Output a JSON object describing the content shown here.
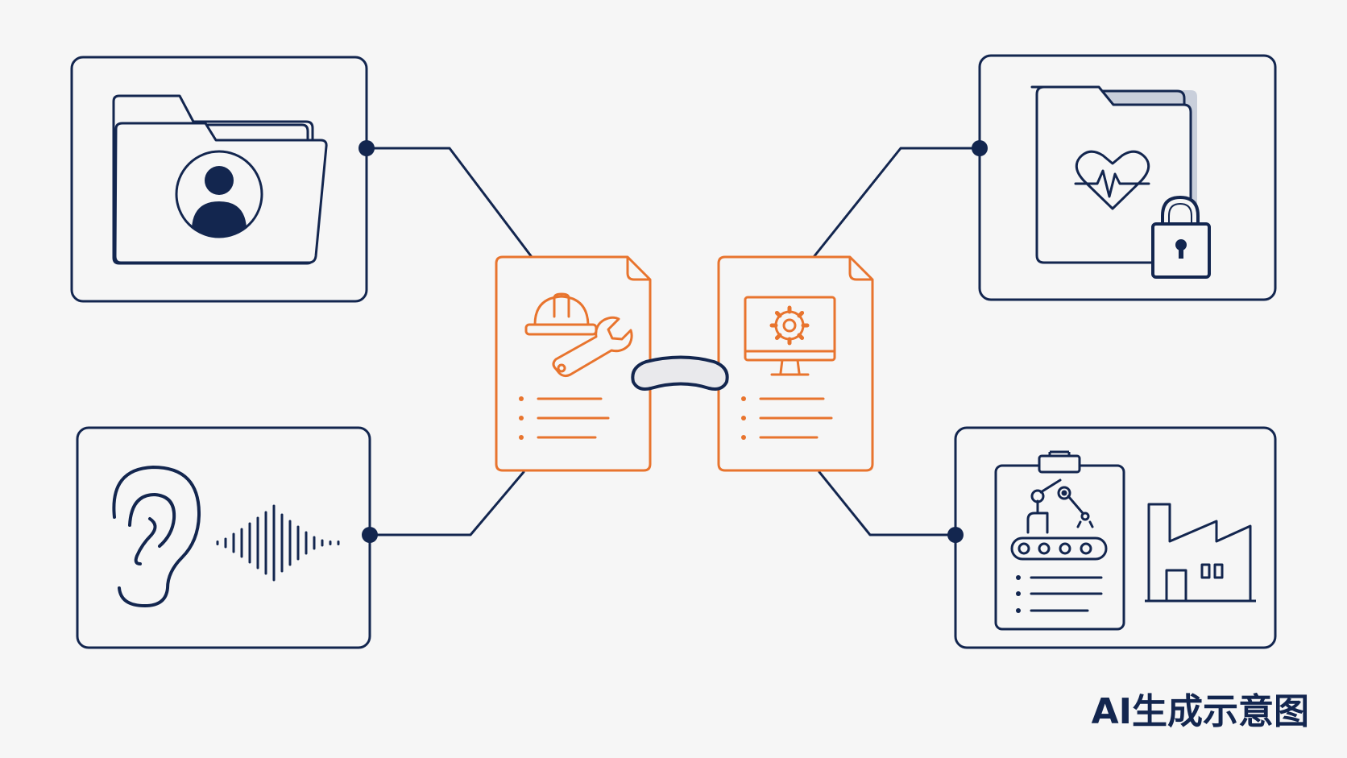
{
  "diagram": {
    "colors": {
      "background": "#f6f6f6",
      "navy": "#13264f",
      "orange": "#e8742e",
      "connector_fill": "#e9e9ec"
    },
    "panels": [
      {
        "id": "personal-data",
        "icons": [
          "folder-icon",
          "user-avatar-icon"
        ]
      },
      {
        "id": "health-records",
        "icons": [
          "folder-icon",
          "heart-pulse-icon",
          "padlock-icon"
        ]
      },
      {
        "id": "audio-signal",
        "icons": [
          "ear-icon",
          "sound-wave-icon"
        ]
      },
      {
        "id": "industrial-data",
        "icons": [
          "clipboard-icon",
          "robot-arm-icon",
          "conveyor-belt-icon",
          "factory-icon"
        ]
      }
    ],
    "documents": [
      {
        "id": "maintenance-doc",
        "icons": [
          "hard-hat-icon",
          "wrench-icon",
          "bullet-list-icon"
        ]
      },
      {
        "id": "system-doc",
        "icons": [
          "monitor-gear-icon",
          "bullet-list-icon"
        ]
      }
    ],
    "link": {
      "icon": "link-icon"
    }
  },
  "watermark": {
    "text": "AI生成示意图"
  }
}
